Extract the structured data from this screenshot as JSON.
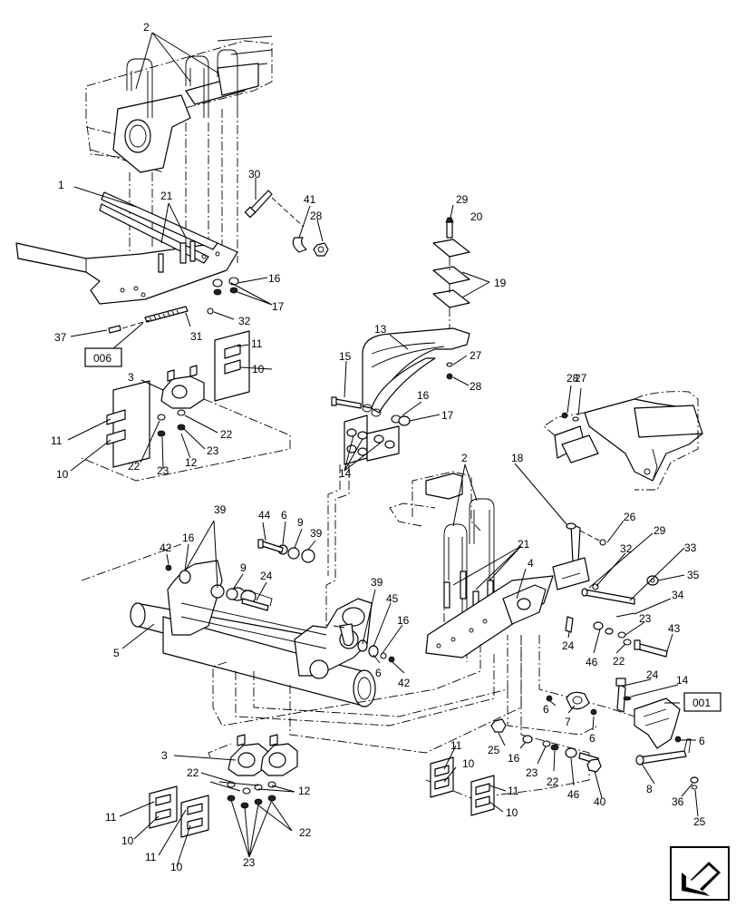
{
  "callouts": [
    {
      "id": "c2a",
      "text": "2"
    },
    {
      "id": "c1",
      "text": "1"
    },
    {
      "id": "c21a",
      "text": "21"
    },
    {
      "id": "c30",
      "text": "30"
    },
    {
      "id": "c41",
      "text": "41"
    },
    {
      "id": "c28a",
      "text": "28"
    },
    {
      "id": "c29a",
      "text": "29"
    },
    {
      "id": "c20",
      "text": "20"
    },
    {
      "id": "c19",
      "text": "19"
    },
    {
      "id": "c16a",
      "text": "16"
    },
    {
      "id": "c17a",
      "text": "17"
    },
    {
      "id": "c32a",
      "text": "32"
    },
    {
      "id": "c31",
      "text": "31"
    },
    {
      "id": "c37",
      "text": "37"
    },
    {
      "id": "c13",
      "text": "13"
    },
    {
      "id": "c27a",
      "text": "27"
    },
    {
      "id": "c28b",
      "text": "28"
    },
    {
      "id": "c15",
      "text": "15"
    },
    {
      "id": "c16b",
      "text": "16"
    },
    {
      "id": "c17b",
      "text": "17"
    },
    {
      "id": "c11a",
      "text": "11"
    },
    {
      "id": "c10a",
      "text": "10"
    },
    {
      "id": "c3a",
      "text": "3"
    },
    {
      "id": "c22a",
      "text": "22"
    },
    {
      "id": "c23a",
      "text": "23"
    },
    {
      "id": "c12a",
      "text": "12"
    },
    {
      "id": "c22b",
      "text": "22"
    },
    {
      "id": "c23b",
      "text": "23"
    },
    {
      "id": "c11b",
      "text": "11"
    },
    {
      "id": "c10b",
      "text": "10"
    },
    {
      "id": "c14a",
      "text": "14"
    },
    {
      "id": "c28c",
      "text": "28"
    },
    {
      "id": "c27b",
      "text": "27"
    },
    {
      "id": "c2b",
      "text": "2"
    },
    {
      "id": "c18",
      "text": "18"
    },
    {
      "id": "c26",
      "text": "26"
    },
    {
      "id": "c29b",
      "text": "29"
    },
    {
      "id": "c33",
      "text": "33"
    },
    {
      "id": "c35",
      "text": "35"
    },
    {
      "id": "c21b",
      "text": "21"
    },
    {
      "id": "c4",
      "text": "4"
    },
    {
      "id": "c32b",
      "text": "32"
    },
    {
      "id": "c34",
      "text": "34"
    },
    {
      "id": "c39a",
      "text": "39"
    },
    {
      "id": "c44",
      "text": "44"
    },
    {
      "id": "c6a",
      "text": "6"
    },
    {
      "id": "c9a",
      "text": "9"
    },
    {
      "id": "c39b",
      "text": "39"
    },
    {
      "id": "c42a",
      "text": "42"
    },
    {
      "id": "c16c",
      "text": "16"
    },
    {
      "id": "c9b",
      "text": "9"
    },
    {
      "id": "c24a",
      "text": "24"
    },
    {
      "id": "c5",
      "text": "5"
    },
    {
      "id": "c39c",
      "text": "39"
    },
    {
      "id": "c45",
      "text": "45"
    },
    {
      "id": "c16d",
      "text": "16"
    },
    {
      "id": "c6b",
      "text": "6"
    },
    {
      "id": "c42b",
      "text": "42"
    },
    {
      "id": "c23c",
      "text": "23"
    },
    {
      "id": "c43",
      "text": "43"
    },
    {
      "id": "c24b",
      "text": "24"
    },
    {
      "id": "c46a",
      "text": "46"
    },
    {
      "id": "c22c",
      "text": "22"
    },
    {
      "id": "c24c",
      "text": "24"
    },
    {
      "id": "c14b",
      "text": "14"
    },
    {
      "id": "c6c",
      "text": "6"
    },
    {
      "id": "c7",
      "text": "7"
    },
    {
      "id": "c6d",
      "text": "6"
    },
    {
      "id": "c6e",
      "text": "6"
    },
    {
      "id": "c25a",
      "text": "25"
    },
    {
      "id": "c16e",
      "text": "16"
    },
    {
      "id": "c23d",
      "text": "23"
    },
    {
      "id": "c22d",
      "text": "22"
    },
    {
      "id": "c46b",
      "text": "46"
    },
    {
      "id": "c40",
      "text": "40"
    },
    {
      "id": "c8",
      "text": "8"
    },
    {
      "id": "c36",
      "text": "36"
    },
    {
      "id": "c25b",
      "text": "25"
    },
    {
      "id": "c3b",
      "text": "3"
    },
    {
      "id": "c22e",
      "text": "22"
    },
    {
      "id": "c12b",
      "text": "12"
    },
    {
      "id": "c22f",
      "text": "22"
    },
    {
      "id": "c23e",
      "text": "23"
    },
    {
      "id": "c11c",
      "text": "11"
    },
    {
      "id": "c10c",
      "text": "10"
    },
    {
      "id": "c11d",
      "text": "11"
    },
    {
      "id": "c10d",
      "text": "10"
    },
    {
      "id": "c11e",
      "text": "11"
    },
    {
      "id": "c10e",
      "text": "10"
    },
    {
      "id": "c11f",
      "text": "11"
    },
    {
      "id": "c10f",
      "text": "10"
    }
  ],
  "refs": {
    "ref006": "006",
    "ref001": "001"
  },
  "nav_icon": "back-arrow-icon"
}
